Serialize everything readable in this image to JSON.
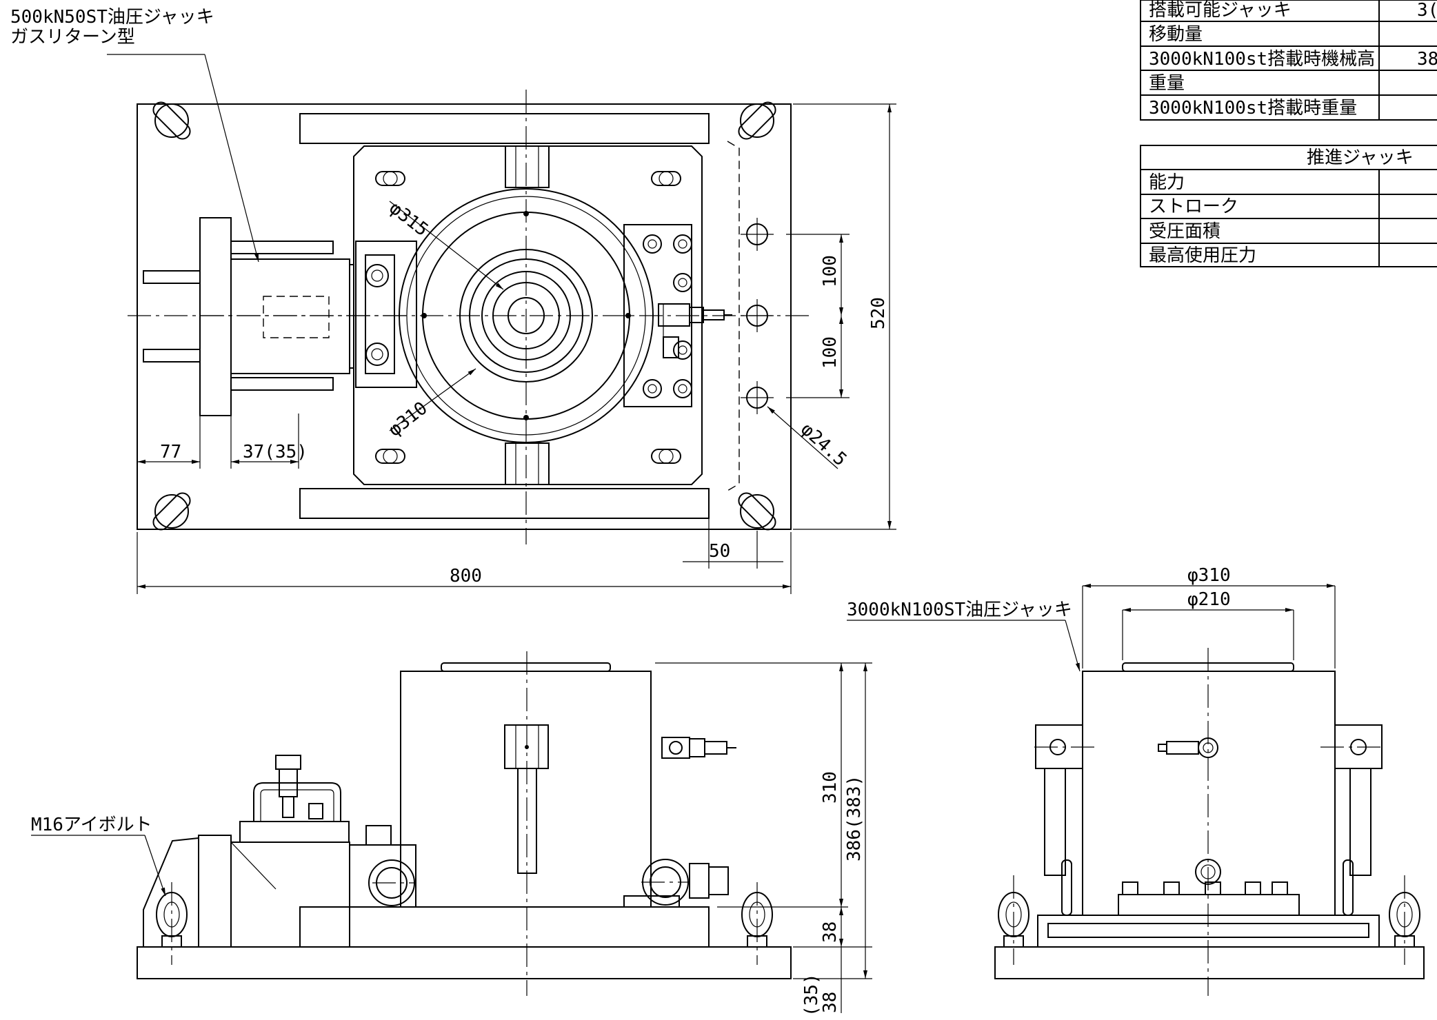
{
  "labels": {
    "jack_500": "500kN50ST油圧ジャッキ",
    "gas_return": "ガスリターン型",
    "jack_3000": "3000kN100ST油圧ジャッキ",
    "eyebolt": "M16アイボルト"
  },
  "dims": {
    "phi315": "φ315",
    "phi310_top": "φ310",
    "phi24_5": "φ24.5",
    "d100_a": "100",
    "d100_b": "100",
    "d520": "520",
    "d77": "77",
    "d37_35": "37(35)",
    "d50": "50",
    "d800": "800",
    "phi310_side": "φ310",
    "phi210": "φ210",
    "d310": "310",
    "d386_383": "386(383)",
    "d38_a": "38",
    "d38_b": "38",
    "d35p": "(35)"
  },
  "table1": {
    "rows": [
      {
        "label": "搭載可能ジャッキ",
        "value": "3("
      },
      {
        "label": "移動量",
        "value": ""
      },
      {
        "label": "3000kN100st搭載時機械高",
        "value": "38"
      },
      {
        "label": "重量",
        "value": ""
      },
      {
        "label": "3000kN100st搭載時重量",
        "value": ""
      }
    ]
  },
  "table2": {
    "header": "推進ジャッキ",
    "rows": [
      {
        "label": "能力",
        "value": ""
      },
      {
        "label": "ストローク",
        "value": ""
      },
      {
        "label": "受圧面積",
        "value": ""
      },
      {
        "label": "最高使用圧力",
        "value": ""
      }
    ]
  }
}
